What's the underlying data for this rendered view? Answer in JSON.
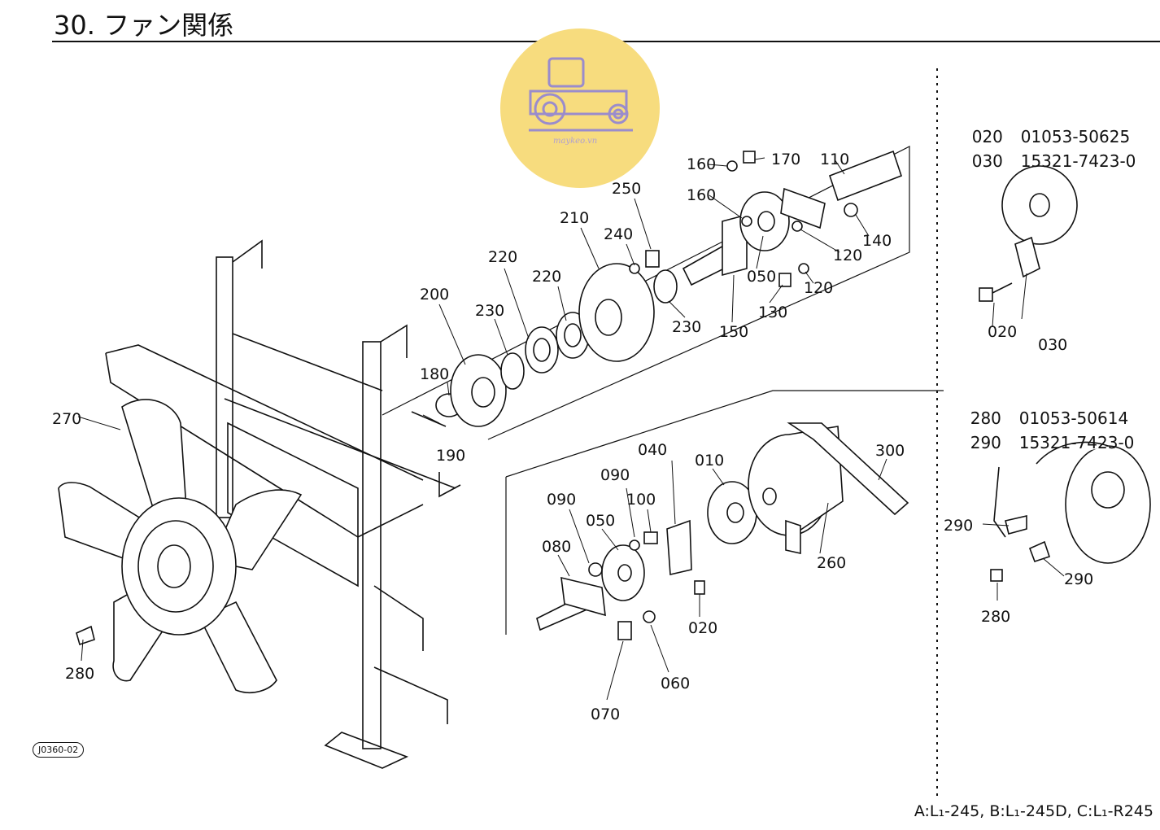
{
  "title": "30. ファン関係",
  "watermark": {
    "text": "maykeo.vn",
    "color": "#f7dc7e"
  },
  "drawing_code": "J0360-02",
  "footer": "A:L₁-245, B:L₁-245D, C:L₁-R245",
  "callouts": [
    "010",
    "020",
    "020",
    "030",
    "040",
    "050",
    "050",
    "060",
    "070",
    "080",
    "090",
    "090",
    "100",
    "110",
    "120",
    "120",
    "130",
    "140",
    "150",
    "160",
    "160",
    "170",
    "180",
    "190",
    "200",
    "210",
    "220",
    "220",
    "230",
    "230",
    "240",
    "250",
    "260",
    "270",
    "280",
    "280",
    "290",
    "290",
    "300"
  ],
  "spec_table": [
    {
      "item": "020",
      "part": "01053-50625"
    },
    {
      "item": "030",
      "part": "15321-7423-0"
    },
    {
      "item": "280",
      "part": "01053-50614"
    },
    {
      "item": "290",
      "part": "15321-7423-0"
    }
  ]
}
